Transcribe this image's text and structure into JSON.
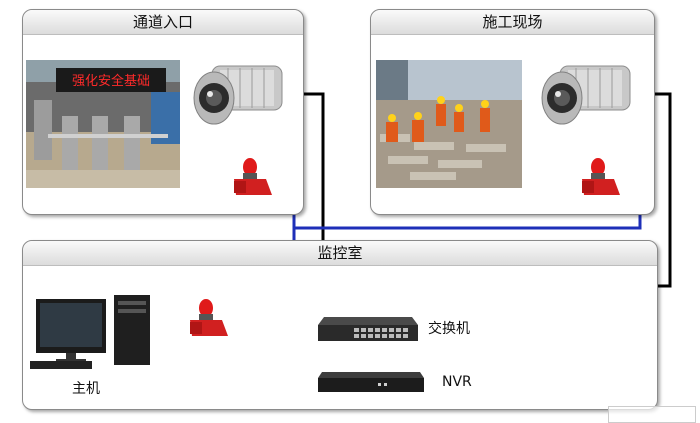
{
  "panels": {
    "entrance": {
      "title": "通道入口",
      "banner_text": "强化安全基础"
    },
    "site": {
      "title": "施工现场"
    },
    "control": {
      "title": "监控室"
    }
  },
  "devices": {
    "switch_label": "交换机",
    "nvr_label": "NVR",
    "host_label": "主机"
  },
  "colors": {
    "network_cable": "#000000",
    "alarm_cable": "#1e2fb8",
    "alarm_red": "#e01a1a",
    "camera_silver": "#c8c8c8"
  }
}
